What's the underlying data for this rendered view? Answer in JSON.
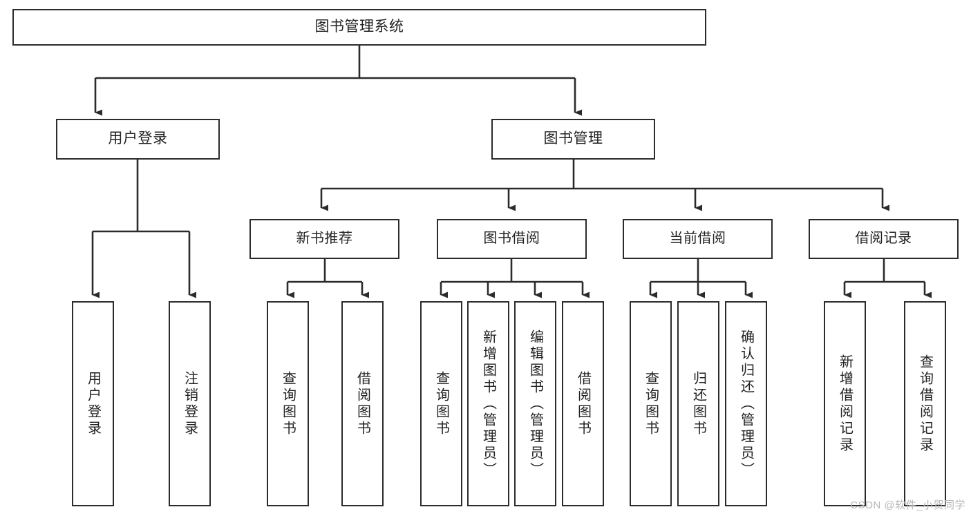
{
  "diagram": {
    "type": "tree",
    "title": "图书管理系统",
    "orientation": "top-down",
    "colors": {
      "box_border": "#2b2b2b",
      "box_fill": "#ffffff",
      "edge": "#2b2b2b",
      "text": "#222222",
      "watermark": "#b8b8b8",
      "background": "#ffffff"
    }
  },
  "root": {
    "label": "图书管理系统"
  },
  "level1": [
    {
      "label": "用户登录"
    },
    {
      "label": "图书管理"
    }
  ],
  "level2": [
    {
      "label": "新书推荐"
    },
    {
      "label": "图书借阅"
    },
    {
      "label": "当前借阅"
    },
    {
      "label": "借阅记录"
    }
  ],
  "leaves": {
    "user_login": [
      {
        "label": "用户登录"
      },
      {
        "label": "注销登录"
      }
    ],
    "new_book_recommend": [
      {
        "label": "查询图书"
      },
      {
        "label": "借阅图书"
      }
    ],
    "book_borrow": [
      {
        "label": "查询图书"
      },
      {
        "label": "新增图书（管理员）"
      },
      {
        "label": "编辑图书（管理员）"
      },
      {
        "label": "借阅图书"
      }
    ],
    "current_borrow": [
      {
        "label": "查询图书"
      },
      {
        "label": "归还图书"
      },
      {
        "label": "确认归还（管理员）"
      }
    ],
    "borrow_record": [
      {
        "label": "新增借阅记录"
      },
      {
        "label": "查询借阅记录"
      }
    ]
  },
  "watermark": {
    "text": "CSDN @软件_小贺同学"
  }
}
